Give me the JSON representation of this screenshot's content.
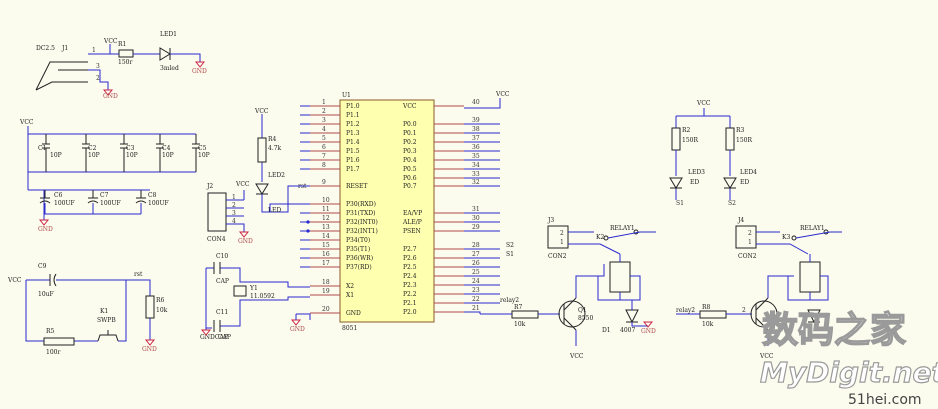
{
  "labels": {
    "dc_jack": "DC2.5",
    "j1": "J1",
    "r1": "R1",
    "r1_val": "150r",
    "led1": "LED1",
    "led1_val": "3mled",
    "c1": "C1",
    "c2": "C2",
    "c3": "C3",
    "c4": "C4",
    "c5": "C5",
    "c_10p": "10P",
    "c6": "C6",
    "c7": "C7",
    "c8": "C8",
    "c_100uf": "100UF",
    "r4": "R4",
    "r4_val": "4.7k",
    "led2": "LED2",
    "led": "LED",
    "rst": "rst",
    "j2": "J2",
    "con4": "CON4",
    "c9": "C9",
    "c9_val": "10uF",
    "r6": "R6",
    "r6_val": "10k",
    "k1": "K1",
    "swpb": "SWPB",
    "r5": "R5",
    "r5_val": "100r",
    "c10": "C10",
    "c11": "C11",
    "cap": "CAP",
    "y1": "Y1",
    "y1_val": "11.0592",
    "gndcap": "GNDCAP",
    "u1": "U1",
    "ic_name": "8051",
    "relay2_1": "relay2",
    "r7": "R7",
    "r7_val": "10k",
    "q1": "Q1",
    "q_type": "8550",
    "j3": "J3",
    "con2": "CON2",
    "k2": "K2",
    "relay": "RELAY1",
    "d1": "D1",
    "d1_type": "4007",
    "r2": "R2",
    "r2_val": "150R",
    "r3": "R3",
    "r3_val": "150R",
    "led3": "LED3",
    "led4": "LED4",
    "led_short": "ED",
    "j4": "J4",
    "k3": "K3",
    "relay2_2": "relay2",
    "r8": "R8",
    "r8_val": "10k",
    "s1": "S1",
    "s2": "S2"
  },
  "power": {
    "vcc": "VCC",
    "gnd": "GND"
  },
  "left_pins": [
    {
      "num": "1",
      "name": "P1.0"
    },
    {
      "num": "2",
      "name": "P1.1"
    },
    {
      "num": "3",
      "name": "P1.2"
    },
    {
      "num": "4",
      "name": "P1.3"
    },
    {
      "num": "5",
      "name": "P1.4"
    },
    {
      "num": "6",
      "name": "P1.5"
    },
    {
      "num": "7",
      "name": "P1.6"
    },
    {
      "num": "8",
      "name": "P1.7"
    },
    {
      "num": "9",
      "name": "RESET"
    },
    {
      "num": "10",
      "name": "P30(RXD)"
    },
    {
      "num": "11",
      "name": "P31(TXD)"
    },
    {
      "num": "12",
      "name": "P32(INT0)"
    },
    {
      "num": "13",
      "name": "P32(INT1)"
    },
    {
      "num": "14",
      "name": "P34(T0)"
    },
    {
      "num": "15",
      "name": "P35(T1)"
    },
    {
      "num": "16",
      "name": "P36(WR)"
    },
    {
      "num": "17",
      "name": "P37(RD)"
    },
    {
      "num": "18",
      "name": "X2"
    },
    {
      "num": "19",
      "name": "X1"
    },
    {
      "num": "20",
      "name": "GND"
    }
  ],
  "right_pins": [
    {
      "num": "40",
      "name": "VCC"
    },
    {
      "num": "39",
      "name": "P0.0"
    },
    {
      "num": "38",
      "name": "P0.1"
    },
    {
      "num": "37",
      "name": "P0.2"
    },
    {
      "num": "36",
      "name": "P0.3"
    },
    {
      "num": "35",
      "name": "P0.4"
    },
    {
      "num": "34",
      "name": "P0.5"
    },
    {
      "num": "33",
      "name": "P0.6"
    },
    {
      "num": "32",
      "name": "P0.7"
    },
    {
      "num": "31",
      "name": "EA/VP"
    },
    {
      "num": "30",
      "name": "ALE/P"
    },
    {
      "num": "29",
      "name": "PSEN"
    },
    {
      "num": "28",
      "name": "P2.7"
    },
    {
      "num": "27",
      "name": "P2.6"
    },
    {
      "num": "26",
      "name": "P2.5"
    },
    {
      "num": "25",
      "name": "P2.4"
    },
    {
      "num": "24",
      "name": "P2.3"
    },
    {
      "num": "23",
      "name": "P2.2"
    },
    {
      "num": "22",
      "name": "P2.1"
    },
    {
      "num": "21",
      "name": "P2.0"
    }
  ],
  "watermark": {
    "cn": "数码之家",
    "en": "MyDigit.net",
    "site": "51hei.com"
  }
}
